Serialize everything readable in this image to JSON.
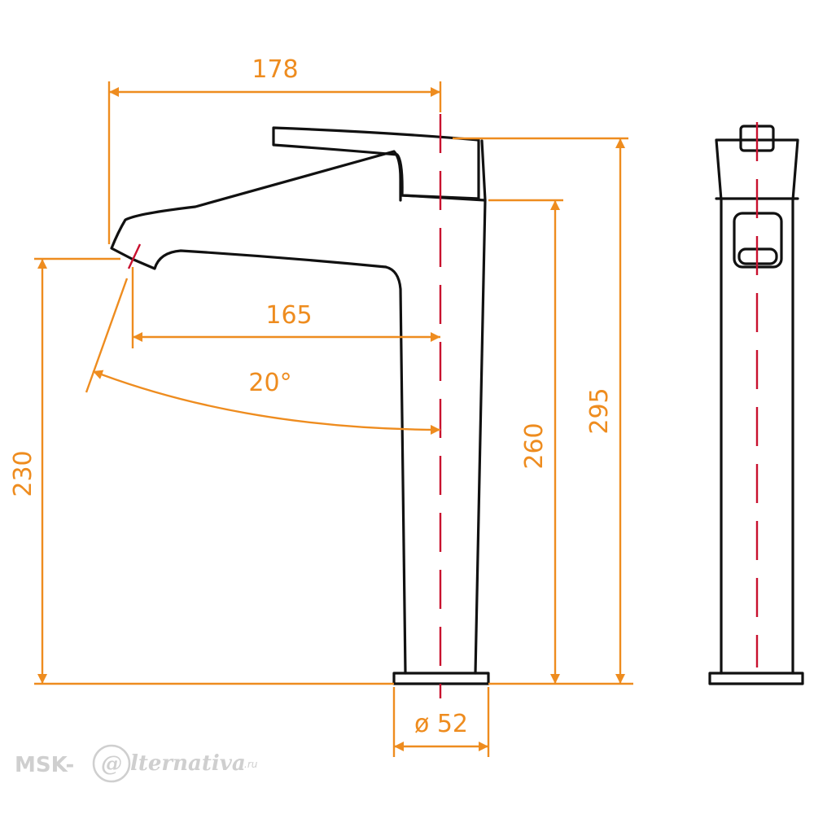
{
  "colors": {
    "dimension": "#ee8c1f",
    "centerline": "#c8102e",
    "outline": "#111111",
    "watermark": "#cfcfcf"
  },
  "dimensions": {
    "spout_reach_total": "178",
    "spout_reach": "165",
    "swivel_angle": "20°",
    "outlet_height": "230",
    "body_height": "260",
    "total_height": "295",
    "base_diameter": "ø 52"
  },
  "watermark": {
    "brand_left": "MSK-",
    "brand_at": "@",
    "brand_right": "lternativa",
    "domain": ".ru"
  }
}
